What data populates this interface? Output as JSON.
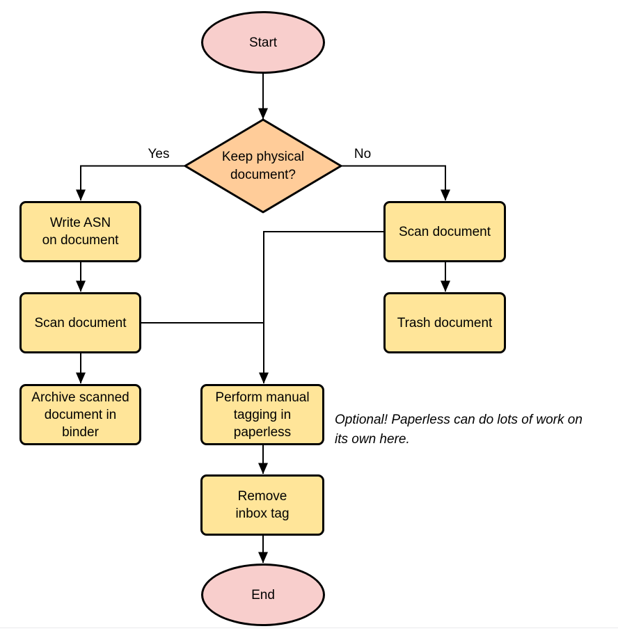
{
  "diagram": {
    "title_hint": "Paperless document intake flowchart",
    "colors": {
      "terminator_fill": "#F8CECC",
      "decision_fill": "#FFCC99",
      "process_fill": "#FFE599",
      "stroke": "#000000",
      "background": "#ffffff"
    },
    "nodes": {
      "start": {
        "type": "terminator",
        "label": "Start"
      },
      "decision_keep_physical": {
        "type": "decision",
        "label": "Keep physical\ndocument?"
      },
      "write_asn": {
        "type": "process",
        "label": "Write ASN\non document"
      },
      "scan_document_left": {
        "type": "process",
        "label": "Scan document"
      },
      "archive_in_binder": {
        "type": "process",
        "label": "Archive scanned\ndocument in\nbinder"
      },
      "scan_document_right": {
        "type": "process",
        "label": "Scan document"
      },
      "trash_document": {
        "type": "process",
        "label": "Trash document"
      },
      "manual_tagging": {
        "type": "process",
        "label": "Perform manual\ntagging in\npaperless"
      },
      "remove_inbox_tag": {
        "type": "process",
        "label": "Remove\ninbox tag"
      },
      "end": {
        "type": "terminator",
        "label": "End"
      }
    },
    "edge_labels": {
      "yes": "Yes",
      "no": "No"
    },
    "annotation": "Optional! Paperless can do lots of work on\nits own here."
  }
}
